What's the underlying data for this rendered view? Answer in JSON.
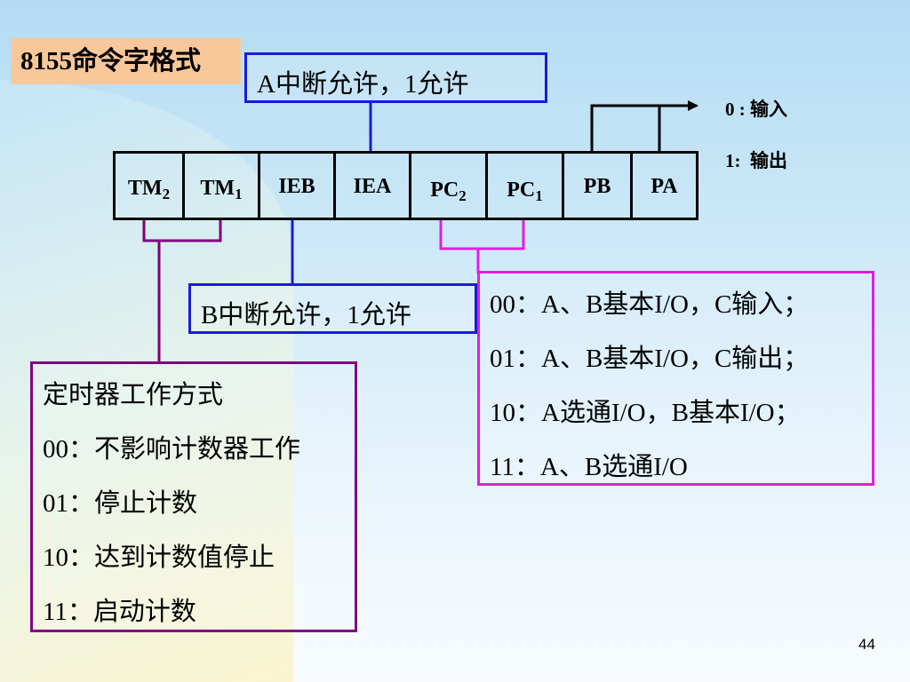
{
  "slide": {
    "title": "8155命令字格式",
    "page_number": "44"
  },
  "register": {
    "cells": [
      {
        "main": "TM",
        "sub": "2"
      },
      {
        "main": "TM",
        "sub": "1"
      },
      {
        "main": "IEB",
        "sub": ""
      },
      {
        "main": "IEA",
        "sub": ""
      },
      {
        "main": "PC",
        "sub": "2"
      },
      {
        "main": "PC",
        "sub": "1"
      },
      {
        "main": "PB",
        "sub": ""
      },
      {
        "main": "PA",
        "sub": ""
      }
    ]
  },
  "callouts": {
    "iea": "A中断允许，1允许",
    "ieb": "B中断允许，1允许",
    "port_legend": [
      "0 : 输入",
      "1:  输出"
    ],
    "pc_modes": [
      "00：A、B基本I/O，C输入；",
      "01：A、B基本I/O，C输出；",
      "10：A选通I/O，B基本I/O；",
      "11：A、B选通I/O"
    ],
    "timer_modes": [
      "定时器工作方式",
      "00：不影响计数器工作",
      "01：停止计数",
      "10：达到计数值停止",
      "11：启动计数"
    ]
  },
  "colors": {
    "title_bg": "#f8c89a",
    "ie_box": "#1a1adc",
    "pc_box": "#e01ee0",
    "timer_box": "#800080"
  }
}
